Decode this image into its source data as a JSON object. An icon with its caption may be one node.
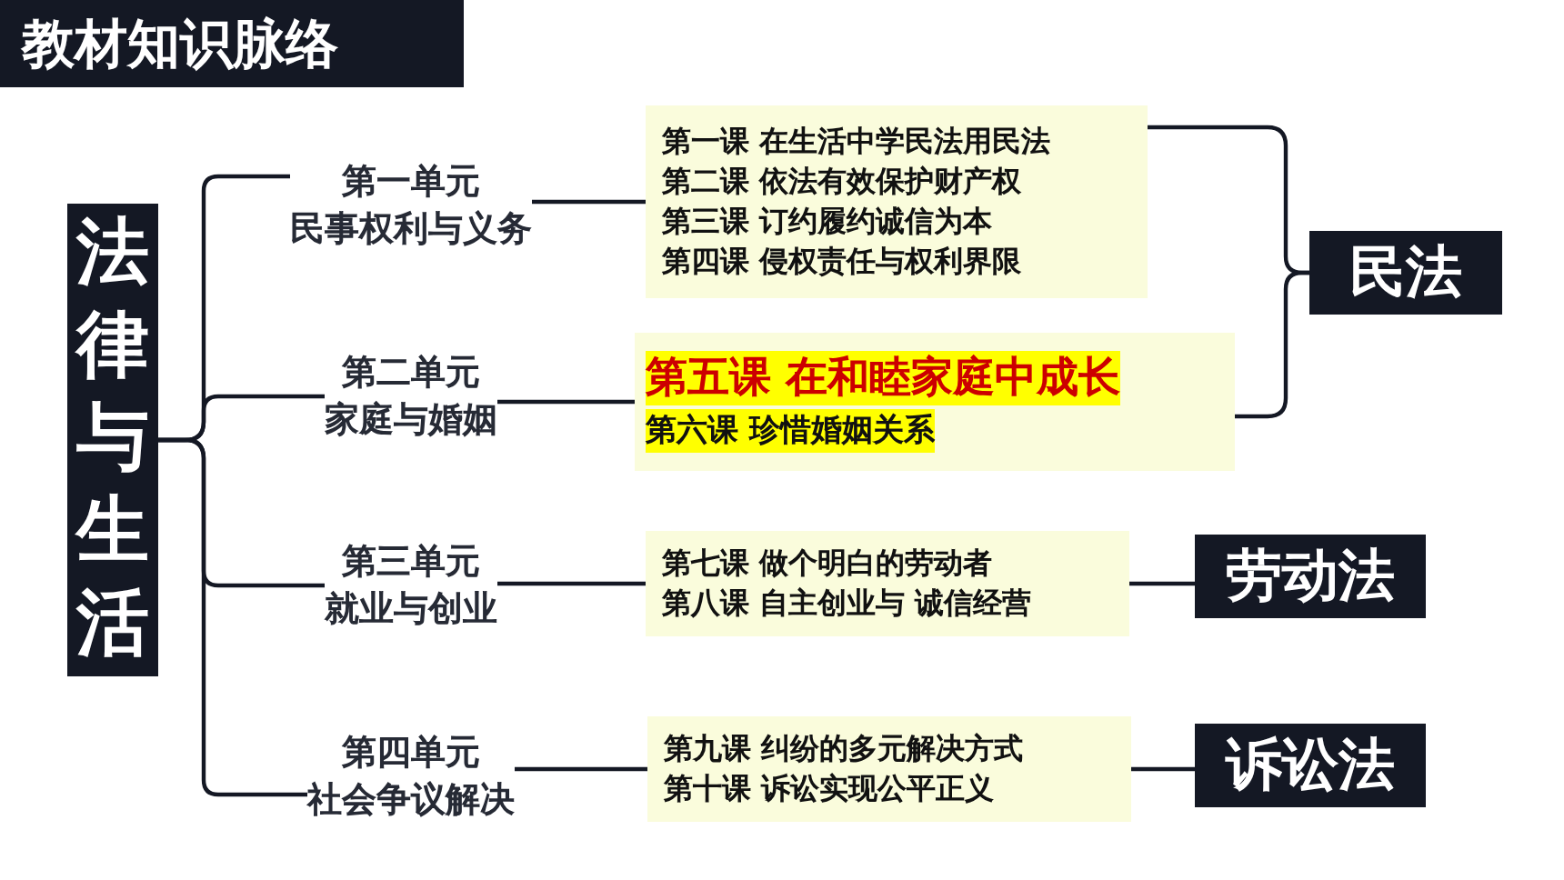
{
  "diagram": {
    "title": "教材知识脉络",
    "nodes": [
      {
        "text": [
          "法律与生活"
        ]
      },
      {
        "text": [
          "第一单元",
          "民事权利与义务"
        ]
      },
      {
        "text": [
          "第二单元",
          "家庭与婚姻"
        ]
      },
      {
        "text": [
          "第三单元",
          "就业与创业"
        ]
      },
      {
        "text": [
          "第四单元",
          "社会争议解决"
        ]
      },
      {
        "text": [
          "第一课 在生活中学民法用民法",
          "第二课 依法有效保护财产权",
          "第三课 订约履约诚信为本",
          "第四课 侵权责任与权利界限"
        ]
      },
      {
        "text": [
          "第五课 在和睦家庭中成长",
          "第六课 珍惜婚姻关系"
        ]
      },
      {
        "text": [
          "第七课 做个明白的劳动者",
          "第八课 自主创业与 诚信经营"
        ]
      },
      {
        "text": [
          "第九课 纠纷的多元解决方式",
          "第十课 诉讼实现公平正义"
        ]
      },
      {
        "text": [
          "民法"
        ]
      },
      {
        "text": [
          "劳动法"
        ]
      },
      {
        "text": [
          "诉讼法"
        ]
      }
    ],
    "edges": [
      {
        "from": 0,
        "to": 1,
        "arrow": "none"
      },
      {
        "from": 0,
        "to": 2,
        "arrow": "none"
      },
      {
        "from": 0,
        "to": 3,
        "arrow": "none"
      },
      {
        "from": 0,
        "to": 4,
        "arrow": "none"
      },
      {
        "from": 1,
        "to": 5,
        "arrow": "none"
      },
      {
        "from": 2,
        "to": 6,
        "arrow": "none"
      },
      {
        "from": 3,
        "to": 7,
        "arrow": "none"
      },
      {
        "from": 4,
        "to": 8,
        "arrow": "none"
      },
      {
        "from": 5,
        "to": 9,
        "arrow": "none"
      },
      {
        "from": 6,
        "to": 9,
        "arrow": "none"
      },
      {
        "from": 7,
        "to": 10,
        "arrow": "none"
      },
      {
        "from": 8,
        "to": 11,
        "arrow": "none"
      }
    ]
  }
}
